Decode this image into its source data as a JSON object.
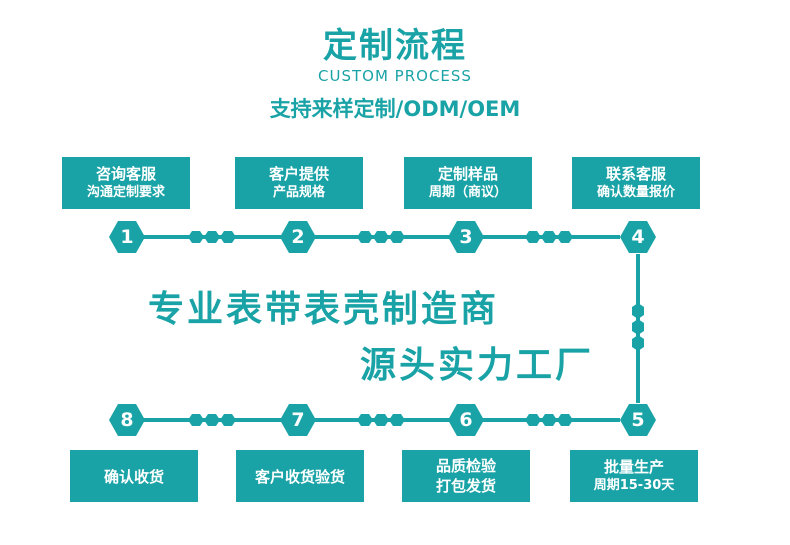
{
  "header": {
    "title": "定制流程",
    "subtitle_en": "CUSTOM PROCESS",
    "subtitle_cn": "支持来样定制/ODM/OEM"
  },
  "steps": [
    {
      "number": "1",
      "line1": "咨询客服",
      "line2": "沟通定制要求"
    },
    {
      "number": "2",
      "line1": "客户提供",
      "line2": "产品规格"
    },
    {
      "number": "3",
      "line1": "定制样品",
      "line2": "周期（商议）"
    },
    {
      "number": "4",
      "line1": "联系客服",
      "line2": "确认数量报价"
    },
    {
      "number": "5",
      "line1": "批量生产",
      "line2": "周期15-30天"
    },
    {
      "number": "6",
      "line1": "品质检验",
      "line2": "打包发货"
    },
    {
      "number": "7",
      "line1": "客户收货验货",
      "line2": ""
    },
    {
      "number": "8",
      "line1": "确认收货",
      "line2": ""
    }
  ],
  "center": {
    "line1": "专业表带表壳制造商",
    "line2": "源头实力工厂"
  },
  "colors": {
    "accent": "#1aa3a6",
    "background": "#ffffff"
  }
}
